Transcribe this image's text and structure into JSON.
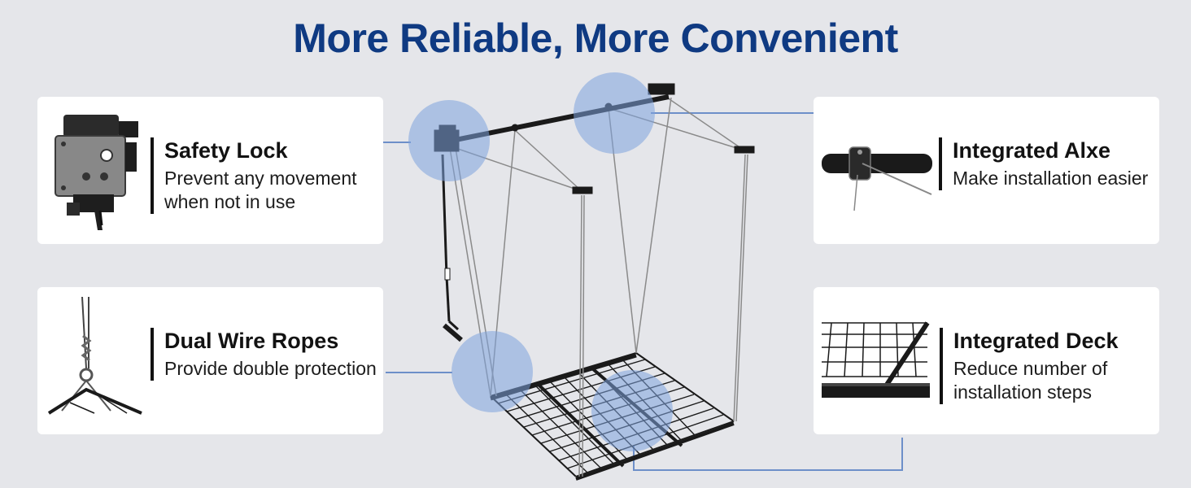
{
  "headline": "More Reliable, More Convenient",
  "colors": {
    "headline": "#0f3a82",
    "background": "#e5e6ea",
    "card": "#ffffff",
    "highlight": "#7ea2dd",
    "connector": "#6d8fc9",
    "frame": "#1a1a1a"
  },
  "features": {
    "safety_lock": {
      "title": "Safety Lock",
      "description": "Prevent any movement when not in use",
      "icon": "safety-lock-mechanism"
    },
    "dual_wire_ropes": {
      "title": "Dual Wire Ropes",
      "description": "Provide double protection",
      "icon": "wire-rope-hook"
    },
    "integrated_axle": {
      "title": "Integrated Alxe",
      "description": "Make installation easier",
      "icon": "axle-bracket"
    },
    "integrated_deck": {
      "title": "Integrated Deck",
      "description": "Reduce number of installation steps",
      "icon": "wire-mesh-deck"
    }
  }
}
